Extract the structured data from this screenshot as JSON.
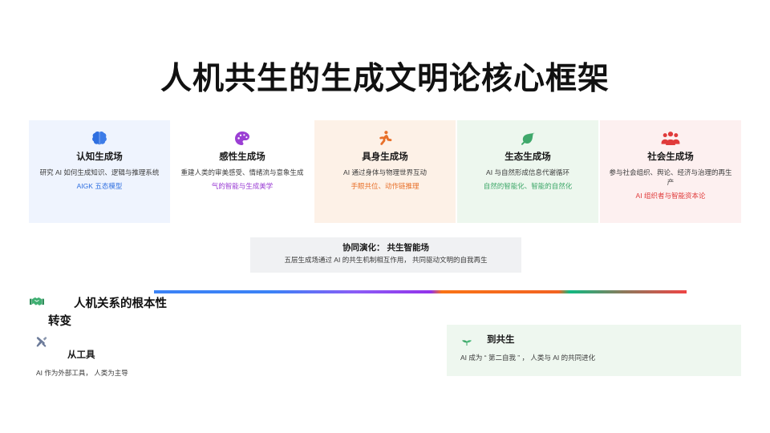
{
  "slide": {
    "title": "人机共生的生成文明论核心框架"
  },
  "cards": [
    {
      "icon": "brain-icon",
      "title": "认知生成场",
      "desc": "研究 AI 如何生成知识、逻辑与推理系统",
      "tag": "AIGK 五态模型",
      "bg": "#eff4fe",
      "accent": "#2f6fe0"
    },
    {
      "icon": "palette-icon",
      "title": "感性生成场",
      "desc": "重建人类的审美感受、情绪流与意象生成",
      "tag": "气的智能与生成美学",
      "bg": "#ffffff",
      "accent": "#9b3fd4"
    },
    {
      "icon": "running-person-icon",
      "title": "具身生成场",
      "desc": "AI 通过身体与物理世界互动",
      "tag": "手眼共位、动作链推理",
      "bg": "#fdf1e7",
      "accent": "#e8702a"
    },
    {
      "icon": "leaf-icon",
      "title": "生态生成场",
      "desc": "AI 与自然形成信息代谢循环",
      "tag": "自然的智能化、智能的自然化",
      "bg": "#edf7ee",
      "accent": "#3fa86a"
    },
    {
      "icon": "people-group-icon",
      "title": "社会生成场",
      "desc": "参与社会组织、舆论、经济与治理的再生产",
      "tag": "AI 组织者与智能资本论",
      "bg": "#fdf0f0",
      "accent": "#e03b3b"
    }
  ],
  "band": {
    "title": "协同演化： 共生智能场",
    "subtitle": "五层生成场通过 AI 的共生机制相互作用， 共同驱动文明的自我再生"
  },
  "section": {
    "icon": "handshake-icon",
    "heading": "人机关系的根本性转变"
  },
  "from_tool": {
    "icon": "tools-icon",
    "title": "从工具",
    "desc": "AI 作为外部工具， 人类为主导"
  },
  "to_symbiosis": {
    "icon": "seedling-icon",
    "title": "到共生",
    "desc": "AI 成为 “ 第二自我 ” ， 人类与 AI 的共同进化"
  },
  "colors": {
    "band_bg": "#f0f1f3",
    "symbiosis_bg": "#eef7ef",
    "divider_stops": [
      "#3b82f6",
      "#9333ea",
      "#f26322",
      "#10b981",
      "#ef4444"
    ]
  }
}
